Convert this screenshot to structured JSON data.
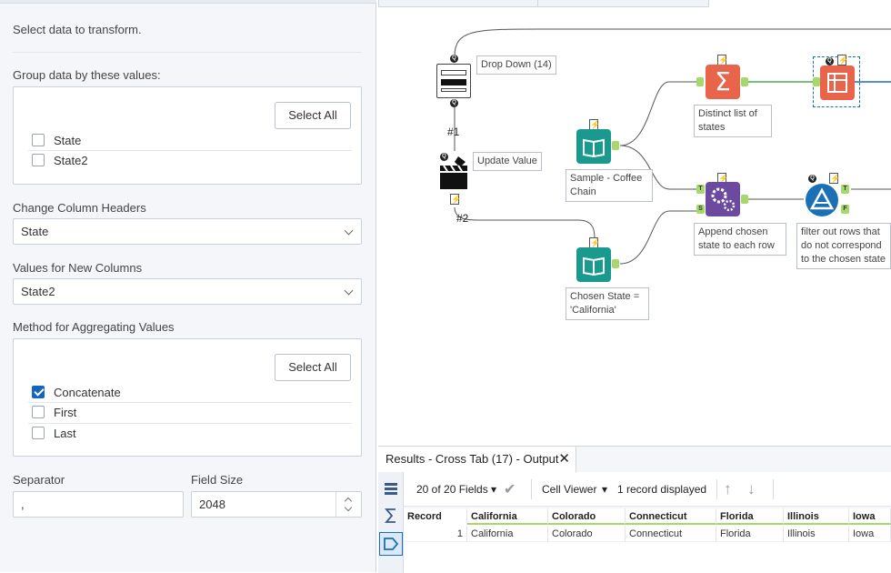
{
  "config": {
    "intro": "Select data to transform.",
    "group_label": "Group data by these values:",
    "select_all_1": "Select All",
    "group_items": [
      "State",
      "State2"
    ],
    "change_headers_label": "Change Column Headers",
    "change_headers_value": "State",
    "new_columns_label": "Values for New Columns",
    "new_columns_value": "State2",
    "method_label": "Method for Aggregating Values",
    "select_all_2": "Select All",
    "methods": [
      {
        "label": "Concatenate",
        "checked": true
      },
      {
        "label": "First",
        "checked": false
      },
      {
        "label": "Last",
        "checked": false
      }
    ],
    "separator_label": "Separator",
    "separator_value": ",",
    "field_size_label": "Field Size",
    "field_size_value": "2048"
  },
  "canvas": {
    "dropdown_label": "Drop Down (14)",
    "hash1": "#1",
    "update_value_label": "Update Value",
    "hash2": "#2",
    "sample_label": "Sample - Coffee Chain",
    "distinct_label": "Distinct list of states",
    "append_label": "Append chosen state to each row",
    "filter_label": "filter out rows that do not correspond to the chosen state",
    "chosen_label": "Chosen State = 'California'",
    "anchor_t": "T",
    "anchor_s": "S",
    "anchor_f": "F",
    "bolt": "⚡"
  },
  "results": {
    "tab_title": "Results - Cross Tab (17) - Output",
    "close": "✕",
    "fields": "20 of 20 Fields",
    "cell_viewer": "Cell Viewer",
    "records": "1 record displayed",
    "columns": [
      "Record",
      "California",
      "Colorado",
      "Connecticut",
      "Florida",
      "Illinois",
      "Iowa"
    ],
    "row": [
      "1",
      "California",
      "Colorado",
      "Connecticut",
      "Florida",
      "Illinois",
      "Iowa"
    ]
  },
  "colors": {
    "summarize": "#e8644a",
    "input_teal": "#1a9a8e",
    "append_purple": "#6b4aa0",
    "filter_blue": "#1b6fb5",
    "anchor_green": "#a6d86a",
    "accent_blue": "#1565c0"
  }
}
